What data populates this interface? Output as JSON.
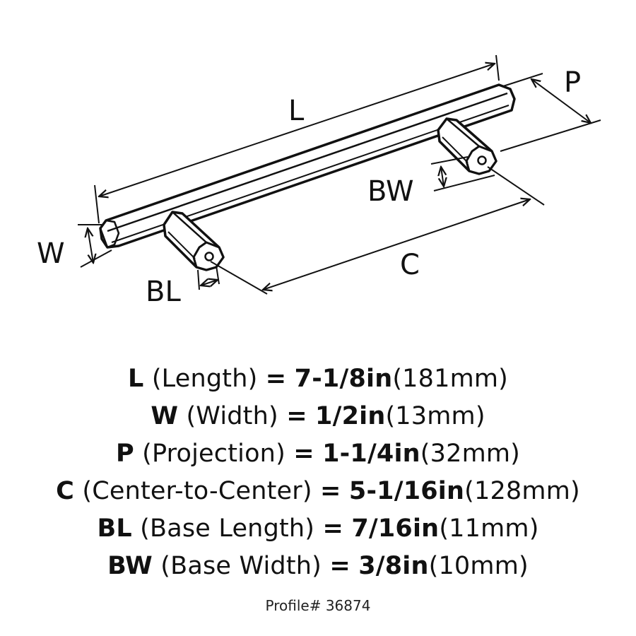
{
  "diagram": {
    "labels": {
      "L": "L",
      "P": "P",
      "W": "W",
      "BW": "BW",
      "C": "C",
      "BL": "BL"
    }
  },
  "specs": [
    {
      "key": "L",
      "desc": "(Length)",
      "eq": "=",
      "imp": "7-1/8in",
      "metric": "(181mm)"
    },
    {
      "key": "W",
      "desc": "(Width)",
      "eq": "=",
      "imp": "1/2in",
      "metric": "(13mm)"
    },
    {
      "key": "P",
      "desc": "(Projection)",
      "eq": "=",
      "imp": "1-1/4in",
      "metric": "(32mm)"
    },
    {
      "key": "C",
      "desc": "(Center-to-Center)",
      "eq": "=",
      "imp": "5-1/16in",
      "metric": "(128mm)"
    },
    {
      "key": "BL",
      "desc": "(Base Length)",
      "eq": "=",
      "imp": "7/16in",
      "metric": "(11mm)"
    },
    {
      "key": "BW",
      "desc": "(Base Width)",
      "eq": "=",
      "imp": "3/8in",
      "metric": "(10mm)"
    }
  ],
  "footer": {
    "profile": "Profile# 36874"
  }
}
